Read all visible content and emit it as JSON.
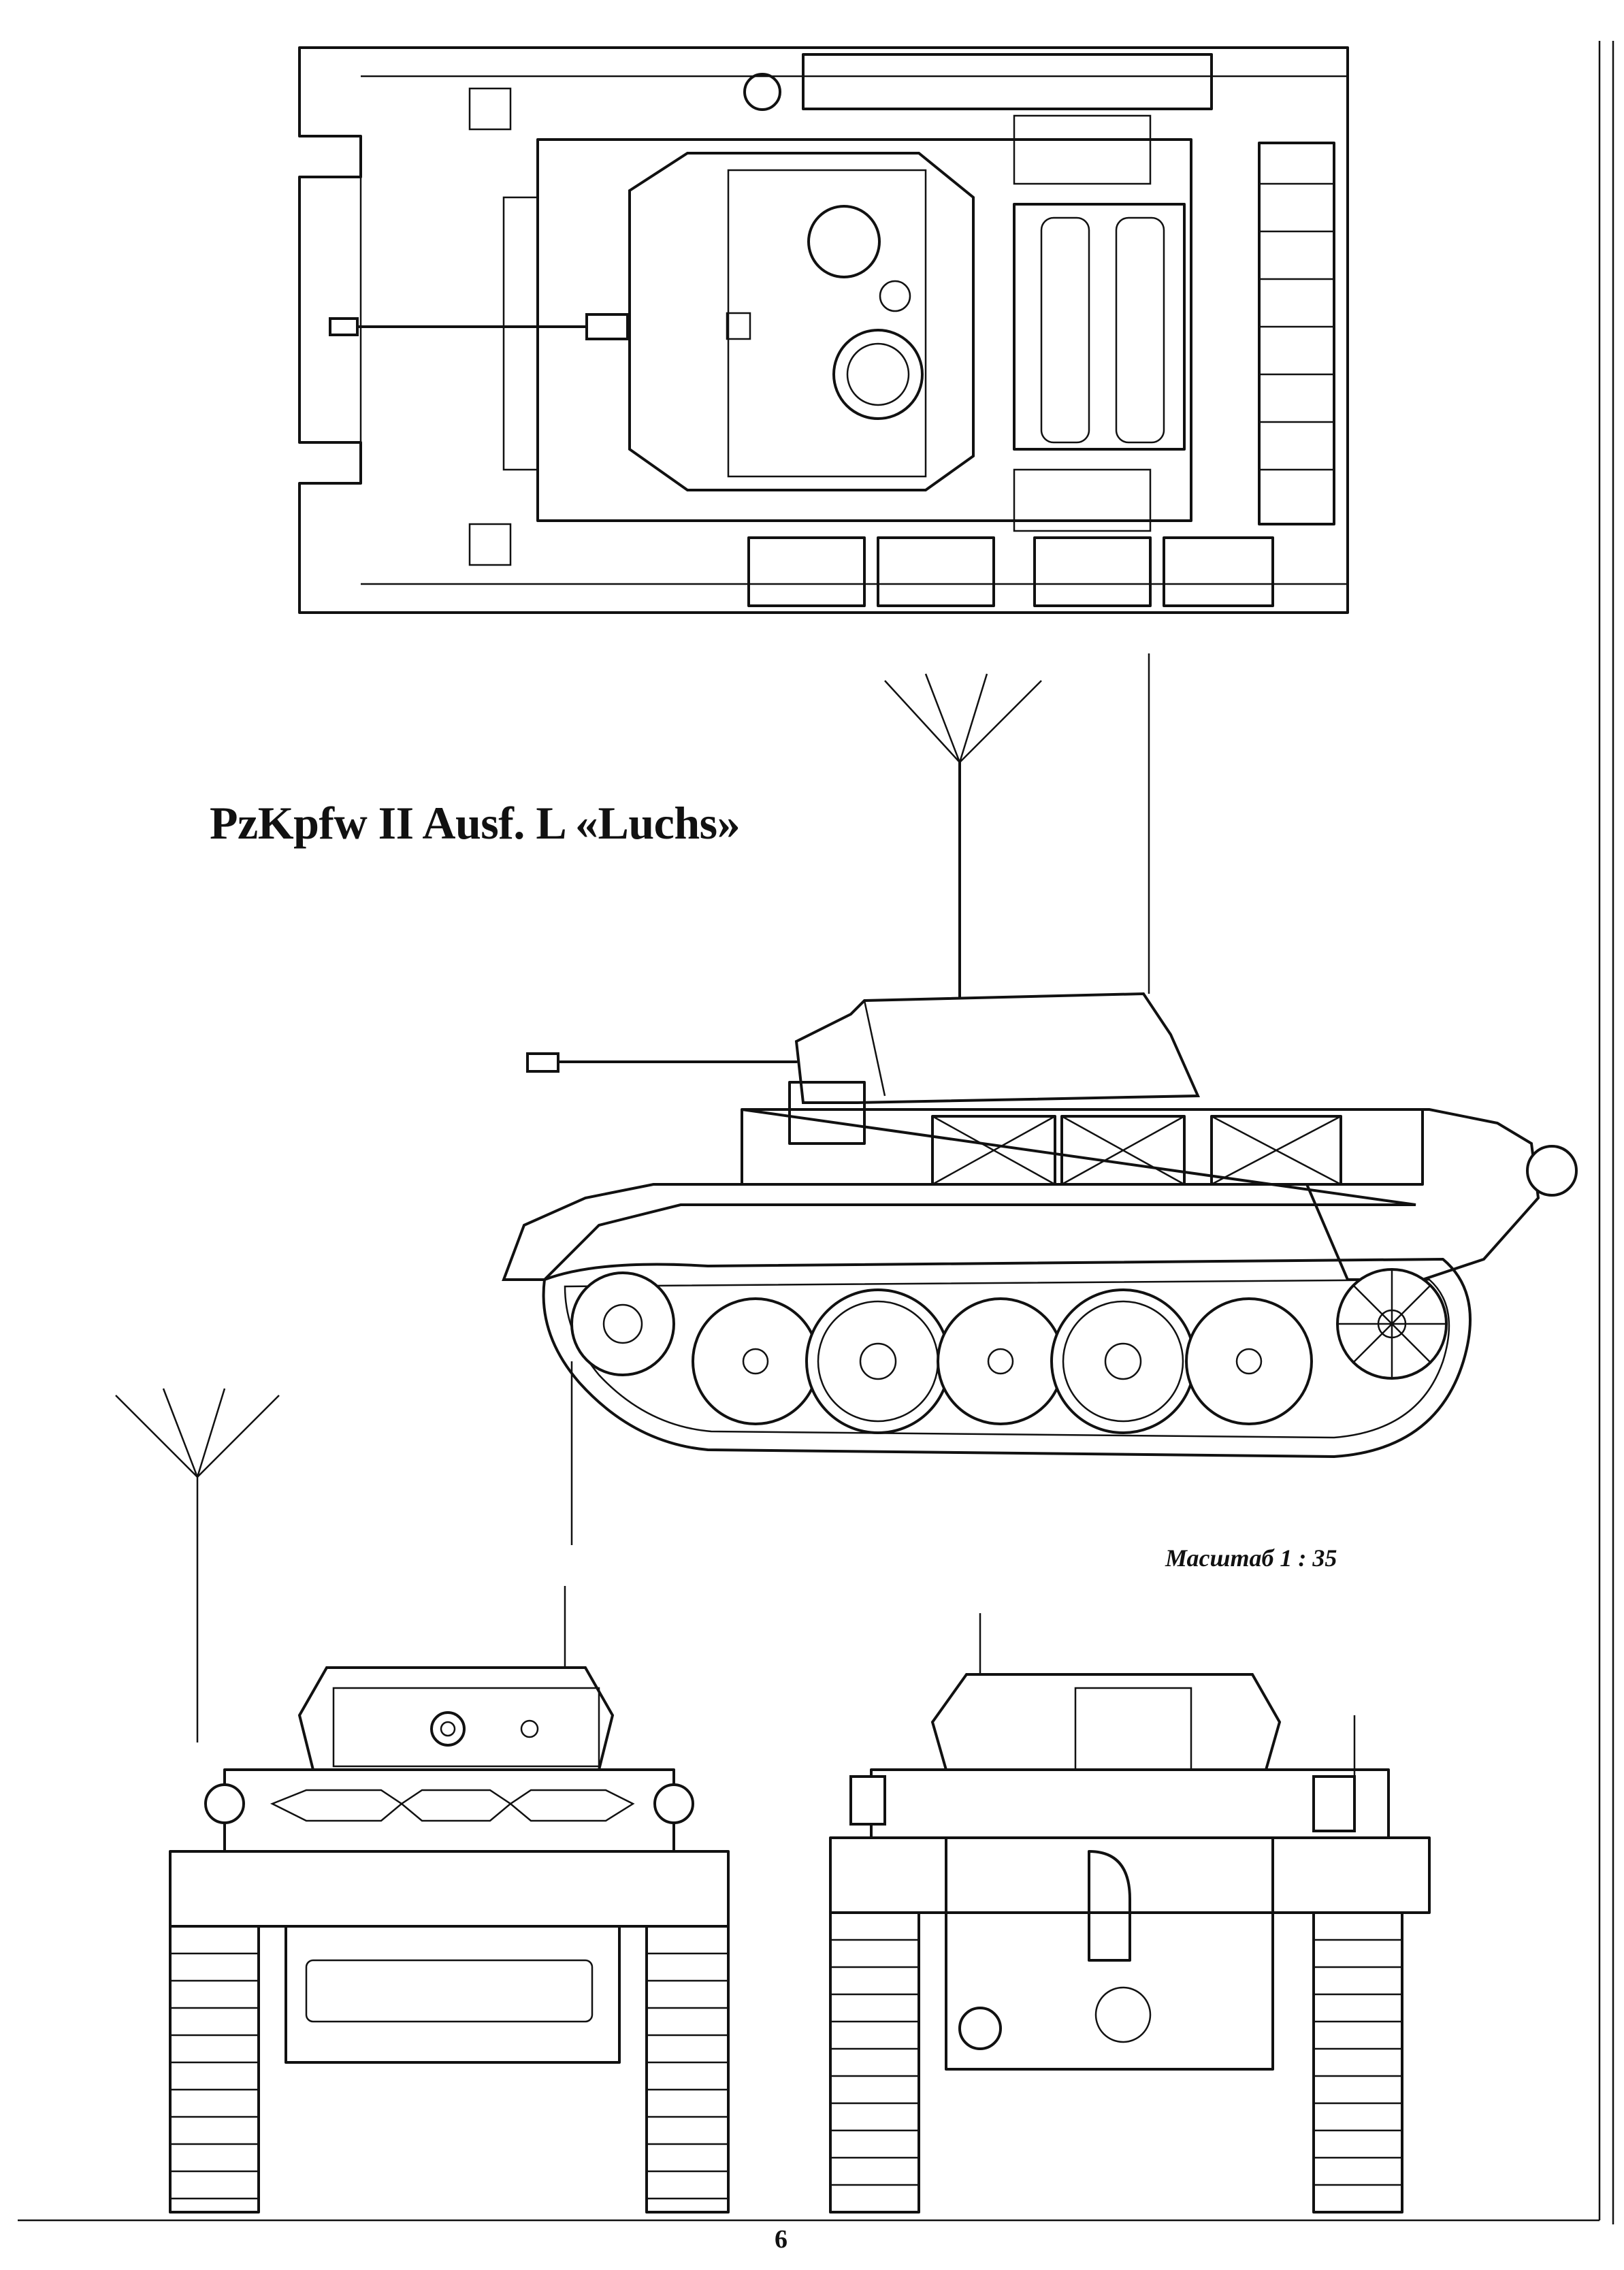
{
  "title": "PzKpfw II Ausf. L «Luchs»",
  "scale_label": "Масштаб 1 : 35",
  "page_number": "6",
  "views": [
    {
      "name": "top-view"
    },
    {
      "name": "side-view"
    },
    {
      "name": "front-view"
    },
    {
      "name": "rear-view"
    }
  ]
}
